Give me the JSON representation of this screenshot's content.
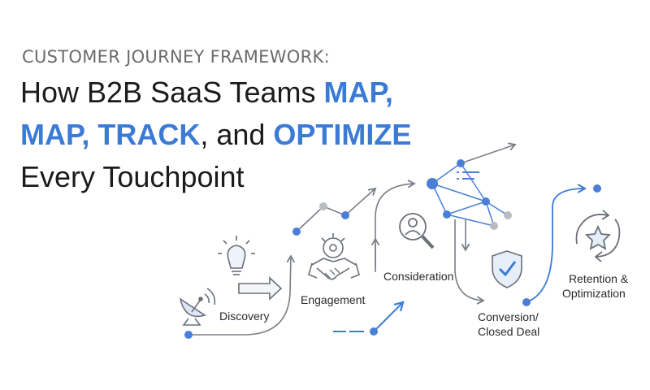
{
  "header": {
    "kicker": "CUSTOMER JOURNEY FRAMEWORK:",
    "line1_prefix": "How B2B SaaS Teams ",
    "line1_highlight": "MAP,",
    "line2_highlight_a": "MAP, TRACK",
    "line2_mid": ", and ",
    "line2_highlight_b": "OPTIMIZE",
    "line3": "Every Touchpoint"
  },
  "stages": {
    "discovery": "Discovery",
    "engagement": "Engagement",
    "consideration": "Consideration",
    "conversion_1": "Conversion/",
    "conversion_2": "Closed Deal",
    "retention_1": "Retention &",
    "retention_2": "Optimization"
  },
  "icons": {
    "discovery": [
      "satellite-dish-icon",
      "lightbulb-icon",
      "arrow-right-icon"
    ],
    "engagement": [
      "handshake-gear-icon"
    ],
    "consideration": [
      "magnifier-user-icon"
    ],
    "conversion": [
      "shield-check-icon"
    ],
    "retention": [
      "cycle-star-icon"
    ]
  },
  "colors": {
    "accent": "#3b7bd6",
    "node_blue": "#4a7fd6",
    "node_grey": "#b9bcc0",
    "line": "#7a7f86"
  }
}
